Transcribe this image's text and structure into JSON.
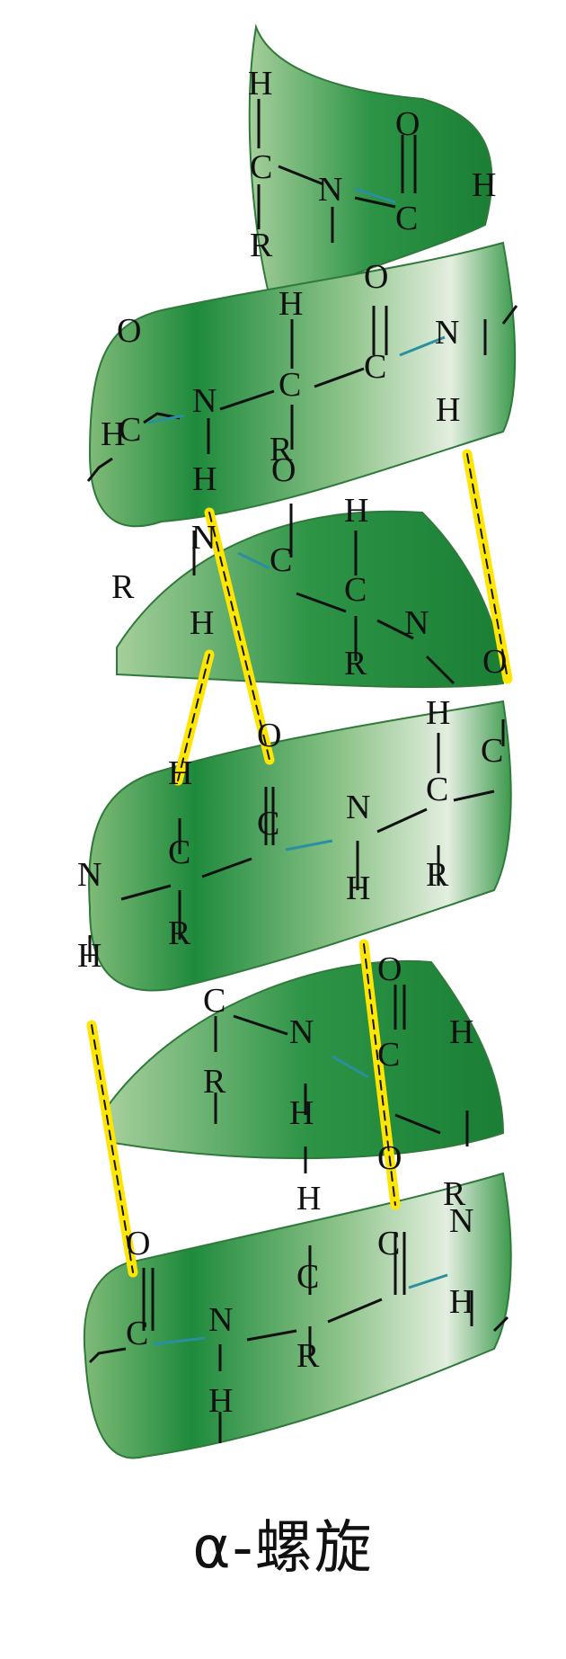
{
  "title": "α-螺旋",
  "colors": {
    "ribbon_dark": "#1e8a3c",
    "ribbon_mid": "#5fa866",
    "ribbon_light": "#dcebd8",
    "hbond_yellow": "#ffe600",
    "peptide_bond": "#2a8fa0",
    "bond_black": "#111111"
  },
  "atoms": [
    "H",
    "C",
    "N",
    "O",
    "R"
  ],
  "legend": {}
}
